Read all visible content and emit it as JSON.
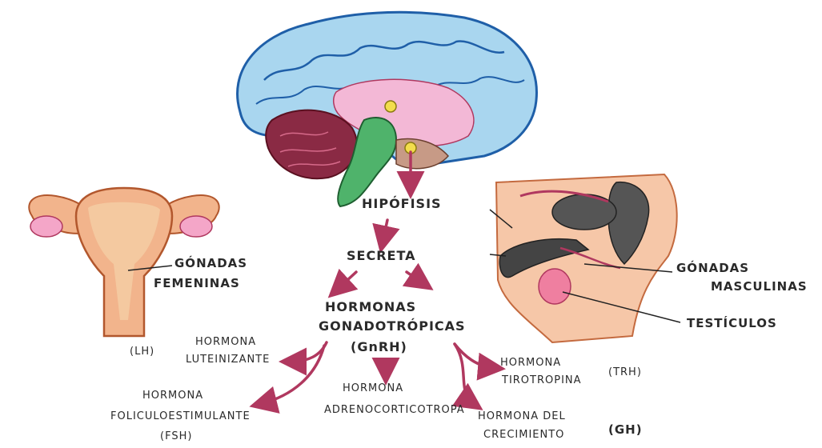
{
  "labels": {
    "hipofisis": "HIPÓFISIS",
    "secreta": "SECRETA",
    "hormonas_line1": "HORMONAS",
    "hormonas_line2": "GONADOTRÓPICAS",
    "hormonas_line3": "(GnRH)",
    "gonadas_femeninas_1": "GÓNADAS",
    "gonadas_femeninas_2": "FEMENINAS",
    "gonadas_masculinas_1": "GÓNADAS",
    "gonadas_masculinas_2": "MASCULINAS",
    "testiculos": "TESTÍCULOS",
    "lh_abbr": "(LH)",
    "luteinizante_1": "HORMONA",
    "luteinizante_2": "LUTEINIZANTE",
    "fsh_1": "HORMONA",
    "fsh_2": "FOLICULOESTIMULANTE",
    "fsh_3": "(FSH)",
    "acth_1": "HORMONA",
    "acth_2": "ADRENOCORTICOTROPA",
    "trh_1": "HORMONA",
    "trh_2": "TIROTROPINA",
    "trh_3": "(TRH)",
    "gh_1": "HORMONA DEL",
    "gh_2": "CRECIMIENTO",
    "gh_3": "(GH)"
  },
  "colors": {
    "arrow": "#b0385f",
    "brain_cortex": "#a9d6ef",
    "brain_outline": "#1f5fa8",
    "cerebellum": "#8a2a44",
    "brainstem": "#4fb36b",
    "uterus": "#f2b48c",
    "ovary": "#f4a6c8",
    "skin": "#f6c7a8",
    "organ_dark": "#444444"
  }
}
